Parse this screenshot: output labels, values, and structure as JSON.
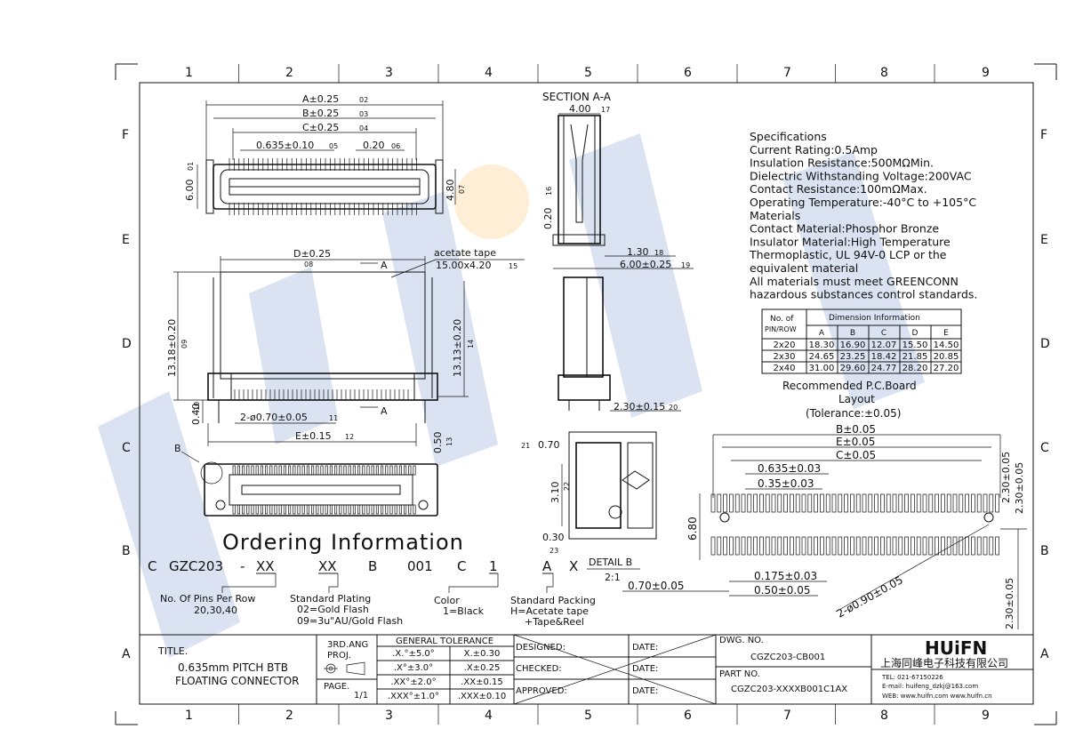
{
  "frame": {
    "columns": [
      "1",
      "2",
      "3",
      "4",
      "5",
      "6",
      "7",
      "8",
      "9"
    ],
    "rows": [
      "F",
      "E",
      "D",
      "C",
      "B",
      "A"
    ]
  },
  "watermark": {
    "text": "HUIFN",
    "accent_color": "#f5b041",
    "brand_color": "#8ea7d6"
  },
  "top_view": {
    "dim_a": "A±0.25",
    "dim_b": "B±0.25",
    "dim_c": "C±0.25",
    "pitch": "0.635±0.10",
    "pin_width": "0.20",
    "height_left": "6.00",
    "height_right": "4.80",
    "callouts": {
      "a": "02",
      "b": "03",
      "c": "04",
      "pitch": "05",
      "pin": "06",
      "left": "01",
      "right": "07"
    }
  },
  "front_view": {
    "dim_d": "D±0.25",
    "dim_d_callout": "08",
    "section_mark": "A",
    "tape_label": "acetate tape",
    "tape_size": "15.00x4.20",
    "tape_callout": "15",
    "height_left": "13.18±0.20",
    "height_left_callout": "09",
    "height_right": "13.13±0.20",
    "height_right_callout": "14",
    "standoff": "0.40",
    "standoff_callout": "10",
    "holes": "2-ø0.70±0.05",
    "holes_callout": "11",
    "dim_e": "E±0.15",
    "dim_e_callout": "12",
    "lead": "0.50",
    "lead_callout": "13"
  },
  "section": {
    "title": "SECTION A-A",
    "width": "4.00",
    "width_callout": "17",
    "wall": "0.20",
    "wall_callout": "16",
    "foot": "1.30",
    "foot_callout": "18",
    "base": "6.00±0.25",
    "base_callout": "19",
    "lead": "2.30±0.15",
    "lead_callout": "20"
  },
  "detail": {
    "mark": "B",
    "title": "DETAIL B",
    "scale": "2:1",
    "gap": "0.70",
    "gap_callout": "21",
    "height": "3.10",
    "height_callout": "22",
    "pad": "0.30",
    "pad_callout": "23"
  },
  "specs": {
    "lines": [
      "Specifications",
      "Current Rating:0.5Amp",
      "Insulation Resistance:500MΩMin.",
      "Dielectric Withstanding Voltage:200VAC",
      "Contact Resistance:100mΩMax.",
      "Operating Temperature:-40°C to +105°C",
      "Materials",
      "Contact Material:Phosphor Bronze",
      "Insulator Material:High Temperature",
      "Thermoplastic, UL 94V-0 LCP or the",
      "equivalent material",
      "All materials must meet GREENCONN",
      "hazardous substances control standards."
    ]
  },
  "dim_table": {
    "header_left_1": "No. of",
    "header_left_2": "PIN/ROW",
    "header_group": "Dimension Information",
    "columns": [
      "A",
      "B",
      "C",
      "D",
      "E"
    ],
    "rows": [
      {
        "label": "2x20",
        "values": [
          "18.30",
          "16.90",
          "12.07",
          "15.50",
          "14.50"
        ]
      },
      {
        "label": "2x30",
        "values": [
          "24.65",
          "23.25",
          "18.42",
          "21.85",
          "20.85"
        ]
      },
      {
        "label": "2x40",
        "values": [
          "31.00",
          "29.60",
          "24.77",
          "28.20",
          "27.20"
        ]
      }
    ]
  },
  "pcb": {
    "title_1": "Recommended P.C.Board",
    "title_2": "Layout",
    "tolerance": "(Tolerance:±0.05)",
    "dim_b": "B±0.05",
    "dim_e": "E±0.05",
    "dim_c": "C±0.05",
    "pitch": "0.635±0.03",
    "pad_w": "0.35±0.03",
    "height": "6.80",
    "right_1": "2.30±0.05",
    "right_2": "2.30±0.05",
    "right_3": "2.30±0.05",
    "gap": "0.70±0.05",
    "small": "0.175±0.03",
    "half": "0.50±0.05",
    "hole": "2-ø0.90±0.05"
  },
  "ordering": {
    "title": "Ordering Information",
    "code_parts": [
      "C",
      "GZC203",
      "-",
      "XX",
      "XX",
      "B",
      "001",
      "C",
      "1",
      "A",
      "X"
    ],
    "pins_label": "No. Of Pins Per Row",
    "pins_values": "20,30,40",
    "plating_label": "Standard Plating",
    "plating_1": "02=Gold Flash",
    "plating_2": "09=3u\"AU/Gold Flash",
    "color_label": "Color",
    "color_value": "1=Black",
    "packing_label": "Standard Packing",
    "packing_1": "H=Acetate tape",
    "packing_2": "+Tape&Reel"
  },
  "title_block": {
    "title_label": "TITLE.",
    "title_1": "0.635mm PITCH BTB",
    "title_2": "FLOATING CONNECTOR",
    "angle_1": "3RD.ANG",
    "angle_2": "PROJ.",
    "page_label": "PAGE.",
    "page_value": "1/1",
    "tol_title": "GENERAL TOLERANCE",
    "tol_rows": [
      [
        ".X.°±5.0°",
        "X.±0.30"
      ],
      [
        ".X°±3.0°",
        ".X±0.25"
      ],
      [
        ".XX°±2.0°",
        ".XX±0.15"
      ],
      [
        ".XXX°±1.0°",
        ".XXX±0.10"
      ]
    ],
    "designed": "DESIGNED:",
    "checked": "CHECKED:",
    "approved": "APPROVED:",
    "date": "DATE:",
    "dwg_label": "DWG. NO.",
    "dwg_value": "CGZC203-CB001",
    "part_label": "PART NO.",
    "part_value": "CGZC203-XXXXB001C1AX",
    "company_logo": "HUiFN",
    "company_cn": "上海同峰电子科技有限公司",
    "tel": "TEL: 021-67150226",
    "email": "E-mail: huifeng_dzkj@163.com",
    "web": "WEB: www.huifn.com   www.huifn.cn"
  }
}
